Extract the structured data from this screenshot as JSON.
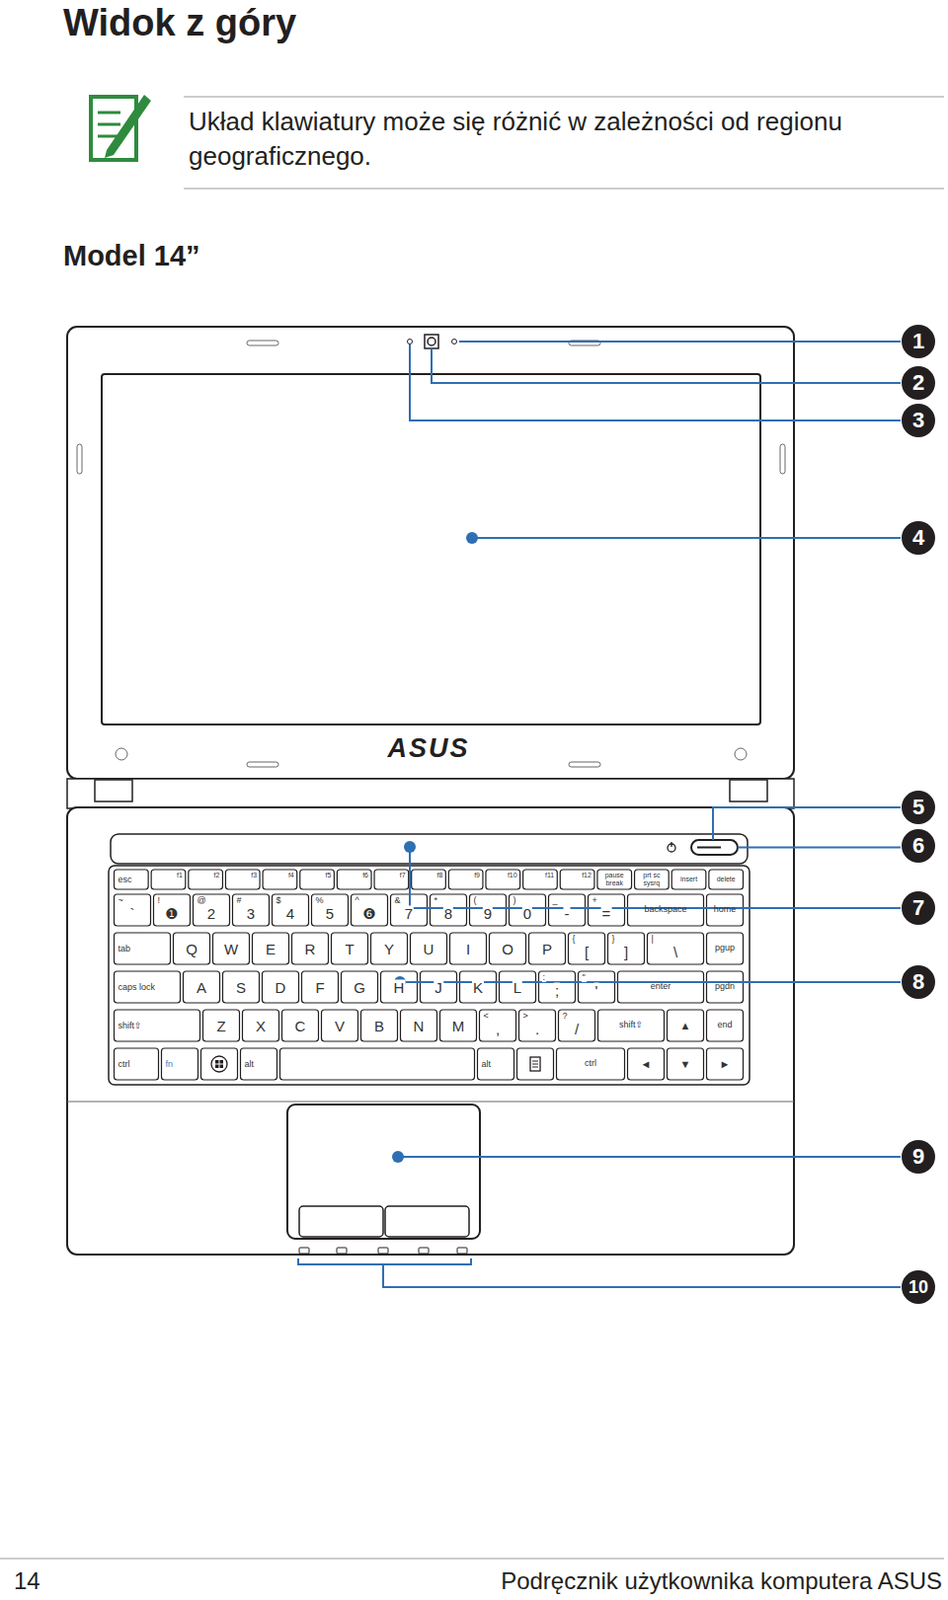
{
  "diagram": {
    "title": "Widok z góry",
    "labels": [
      "Układ klawiatury może się różnić w zależności od regionu geograficznego.",
      "Model 14”",
      "1",
      "2",
      "3",
      "4",
      "5",
      "6",
      "7",
      "8",
      "9",
      "10",
      "ASUS",
      "esc",
      "f1",
      "f2",
      "f3",
      "f4",
      "f5",
      "f6",
      "f7",
      "f8",
      "f9",
      "f10",
      "f11",
      "f12",
      "pause break",
      "prt sc sysrq",
      "insert",
      "delete",
      "~",
      "`",
      "!",
      "❶",
      "@",
      "2",
      "#",
      "3",
      "$",
      "4",
      "%",
      "5",
      "^",
      "❻",
      "&",
      "7",
      "*",
      "8",
      "(",
      "9",
      ")",
      "0",
      "_",
      "-",
      "+",
      "=",
      "backspace",
      "home",
      "tab",
      "Q",
      "W",
      "E",
      "R",
      "T",
      "Y",
      "U",
      "I",
      "O",
      "P",
      "{",
      "[",
      "}",
      "]",
      "|",
      "\\",
      "pgup",
      "caps lock",
      "A",
      "S",
      "D",
      "F",
      "G",
      "H",
      "J",
      "K",
      "L",
      ":",
      ";",
      "\"",
      "'",
      "enter",
      "pgdn",
      "shift⇧",
      "Z",
      "X",
      "C",
      "V",
      "B",
      "N",
      "M",
      "<",
      ",",
      ">",
      ".",
      "?",
      "/",
      "shift⇧",
      "▲",
      "end",
      "ctrl",
      "fn",
      "alt",
      "alt",
      "ctrl",
      "◄",
      "▼",
      "►",
      "14",
      "Podręcznik użytkownika komputera ASUS"
    ]
  }
}
